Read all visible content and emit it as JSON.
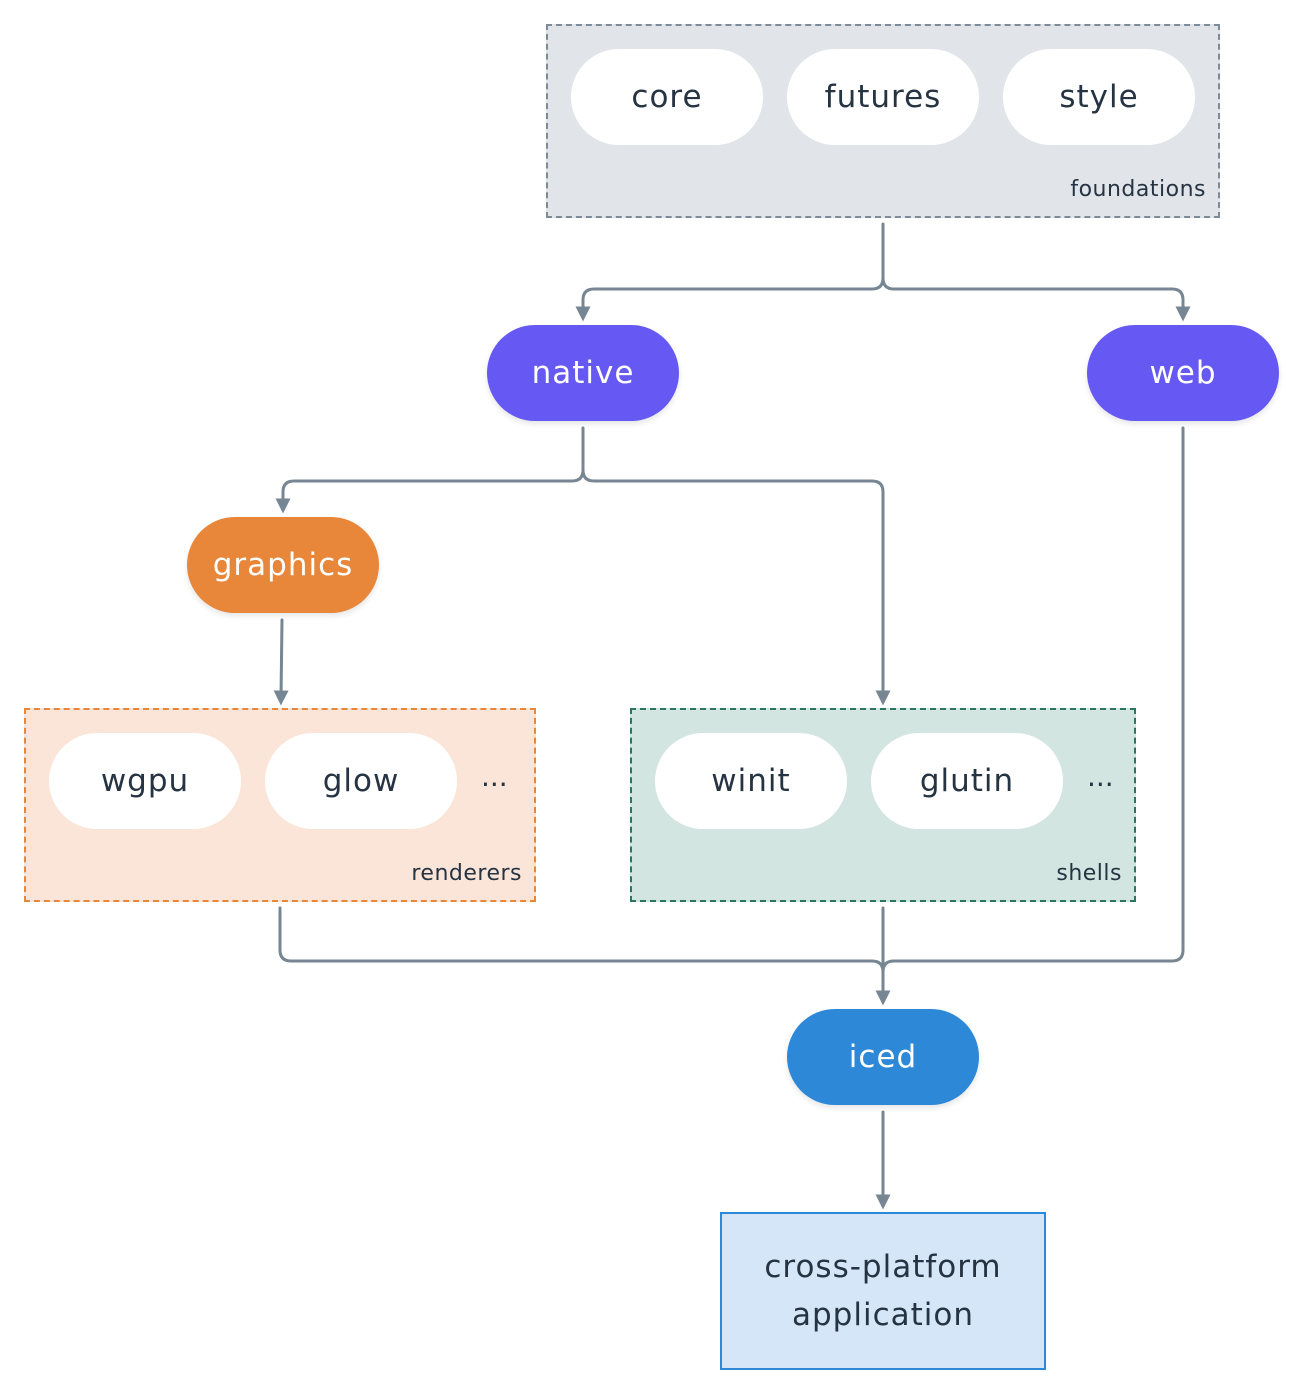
{
  "colors": {
    "connector": "#778693",
    "native": "#6659f3",
    "web": "#6659f3",
    "graphics": "#e8863a",
    "iced": "#2e88d8"
  },
  "groups": {
    "foundations": {
      "label": "foundations",
      "items": [
        "core",
        "futures",
        "style"
      ]
    },
    "renderers": {
      "label": "renderers",
      "items": [
        "wgpu",
        "glow"
      ],
      "more": "..."
    },
    "shells": {
      "label": "shells",
      "items": [
        "winit",
        "glutin"
      ],
      "more": "..."
    }
  },
  "nodes": {
    "native": "native",
    "web": "web",
    "graphics": "graphics",
    "iced": "iced"
  },
  "output": {
    "line1": "cross-platform",
    "line2": "application"
  }
}
